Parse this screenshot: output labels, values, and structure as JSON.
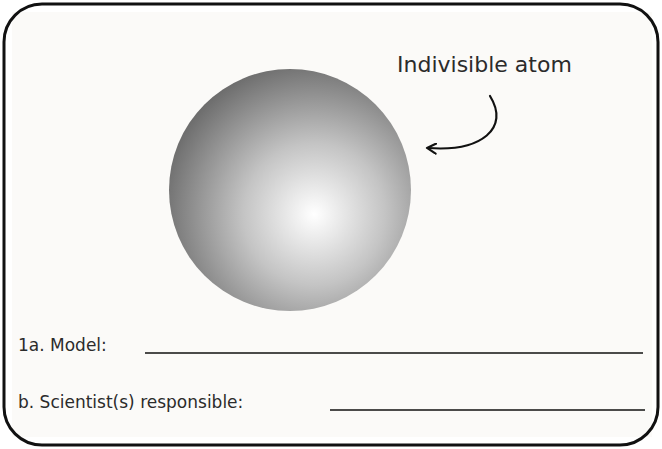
{
  "diagram": {
    "labels": [
      "Indivisible atom",
      "1a. Model:",
      "b. Scientist(s) responsible:"
    ]
  }
}
